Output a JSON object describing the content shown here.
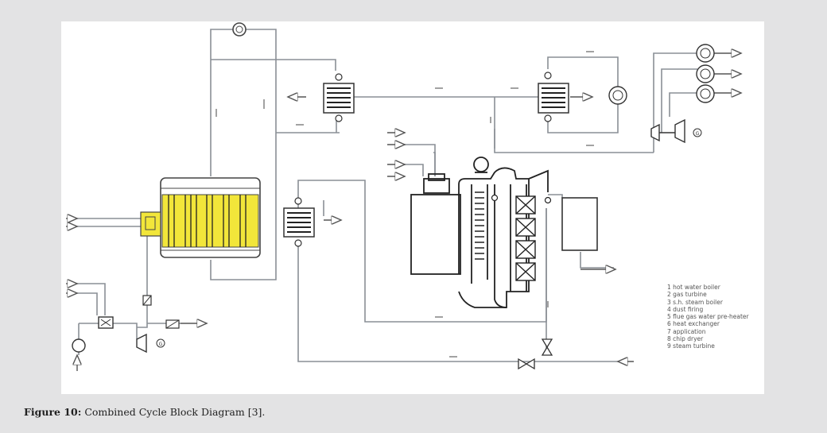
{
  "caption": {
    "label": "Figure 10:",
    "text": "Combined Cycle Block Diagram [3]."
  },
  "legend": [
    "1 hot water boiler",
    "2 gas turbine",
    "3 s.h. steam boiler",
    "4 dust firing",
    "5 flue gas water pre-heater",
    "6 heat exchanger",
    "7 application",
    "8 chip dryer",
    "9 steam turbine"
  ],
  "generator_label": "G",
  "colors": {
    "frame": "#e3e3e4",
    "line": "#8a8f96",
    "dark": "#2b2b2b",
    "boiler_fill": "#f2e63a"
  }
}
